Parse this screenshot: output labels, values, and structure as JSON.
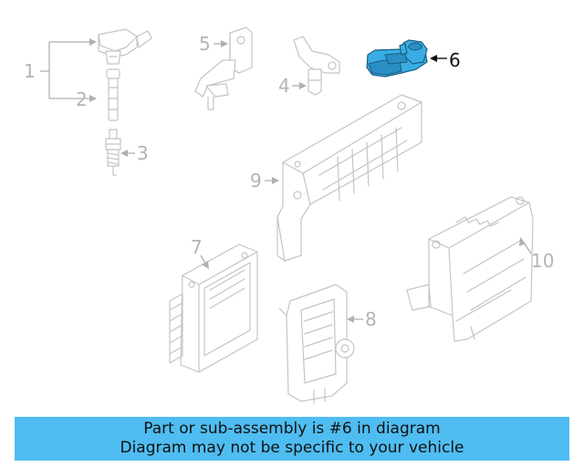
{
  "callouts": {
    "c1": "1",
    "c2": "2",
    "c3": "3",
    "c4": "4",
    "c5": "5",
    "c6": "6",
    "c7": "7",
    "c8": "8",
    "c9": "9",
    "c10": "10"
  },
  "highlighted_callout": "6",
  "colors": {
    "highlight_part": "#3aaee4",
    "banner_background": "#4fbdf1",
    "faded_part_stroke": "#c4c4c4"
  },
  "banner": {
    "line1": "Part or sub-assembly is #6 in diagram",
    "line2": "Diagram may not be specific to your vehicle"
  }
}
